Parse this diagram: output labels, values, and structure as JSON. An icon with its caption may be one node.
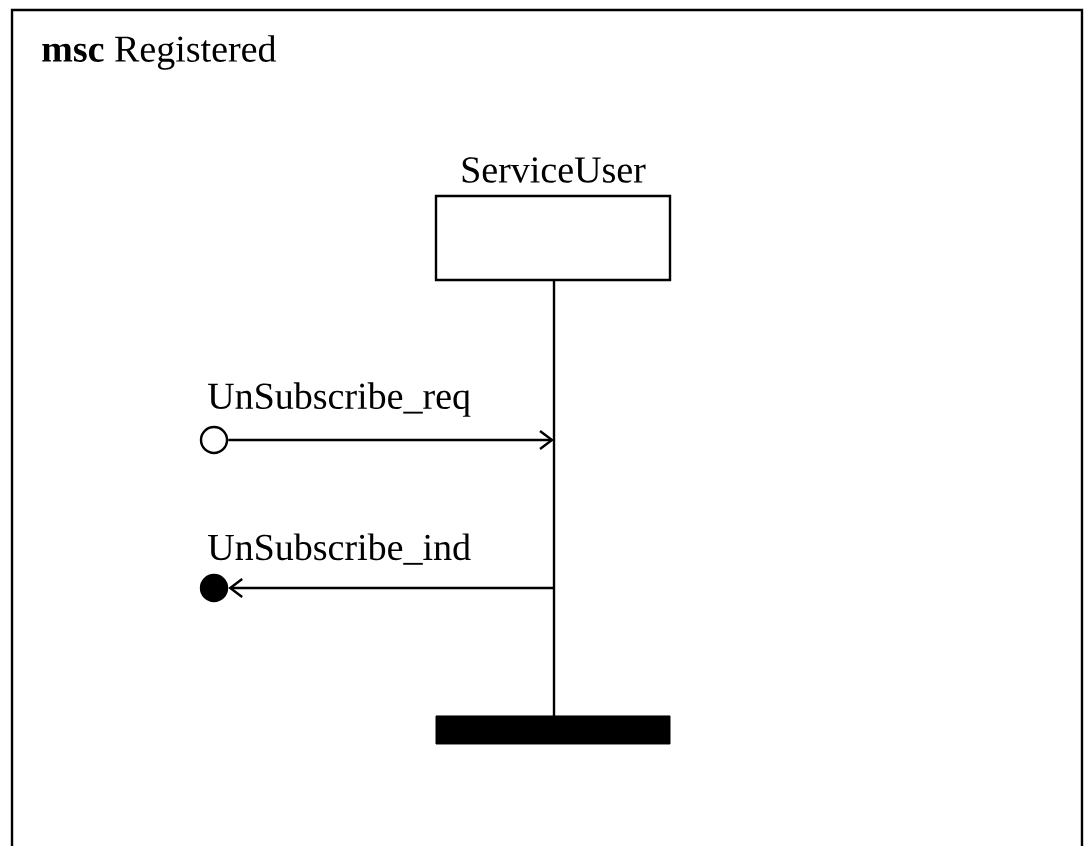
{
  "diagram": {
    "nodes": [
      {
        "text": [
          "**msc** Registered"
        ]
      },
      {
        "text": [
          "ServiceUser"
        ],
        "in": 0
      },
      {
        "text": [],
        "shape": "line",
        "in": 0
      },
      {
        "text": [],
        "shape": "bar",
        "in": 0
      },
      {
        "text": [],
        "shape": "circle",
        "in": 0
      },
      {
        "text": [],
        "shape": "circle",
        "in": 0
      }
    ],
    "edges": [
      {
        "from": 4,
        "to": 2,
        "arrow": "to",
        "label": "UnSubscribe_req"
      },
      {
        "from": 2,
        "to": 5,
        "arrow": "to",
        "label": "UnSubscribe_ind"
      }
    ]
  }
}
